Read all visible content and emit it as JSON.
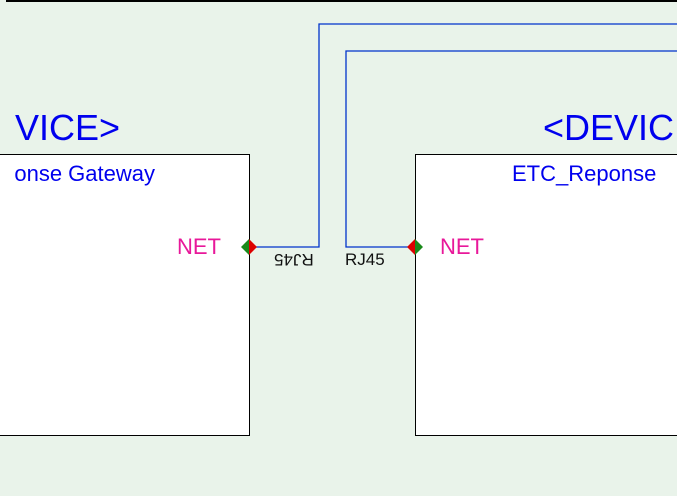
{
  "devices": [
    {
      "title": "<DEVICE>",
      "visible_title": "VICE>",
      "name": "onse Gateway",
      "port": "NET",
      "connector": "RJ45"
    },
    {
      "title": "<DEVICE>",
      "visible_title": "<DEVIC",
      "name": "ETC_Reponse",
      "port": "NET",
      "connector": "RJ45"
    }
  ],
  "colors": {
    "background": "#e9f3ea",
    "wire": "#0033cc",
    "device_text": "#0000ee",
    "port_text": "#e8189a",
    "connector_green": "#1a8a1a",
    "connector_red": "#dd0000"
  }
}
